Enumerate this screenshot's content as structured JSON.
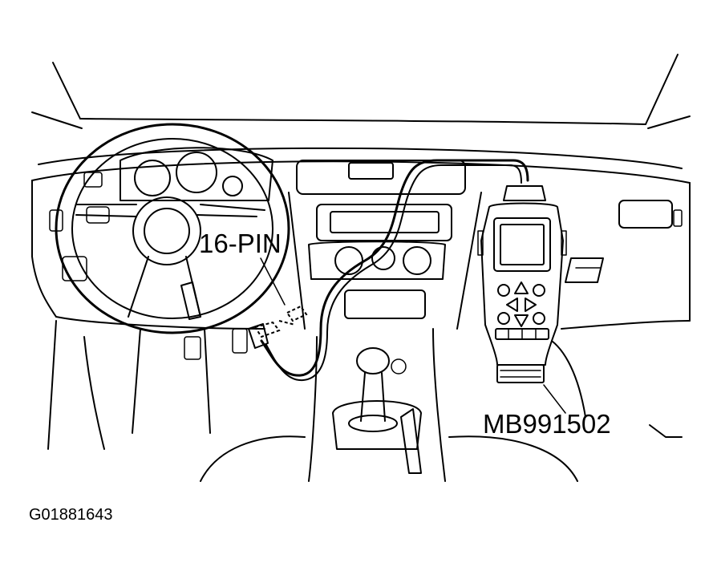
{
  "labels": {
    "connector": "16-PIN",
    "tool": "MB991502",
    "figure_id": "G01881643"
  }
}
